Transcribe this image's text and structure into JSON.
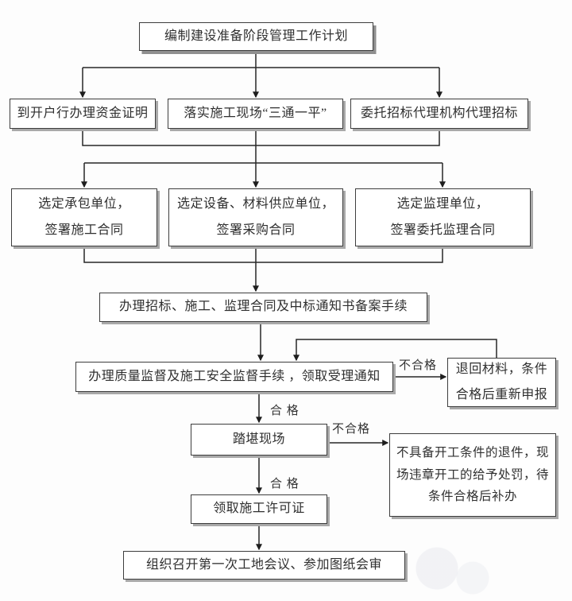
{
  "palette": {
    "box_border": "#3d3d3d",
    "box_shadow": "#a9a9a9",
    "connector_line": "#262626",
    "text": "#2f2f2f",
    "background": "#ffffff"
  },
  "nodes": {
    "plan": {
      "text": "编制建设准备阶段管理工作计划"
    },
    "fund": {
      "text": "到开户行办理资金证明"
    },
    "site3": {
      "text": "落实施工现场“三通一平”"
    },
    "agency": {
      "text": "委托招标代理机构代理招标"
    },
    "contractor": {
      "lines": [
        "选定承包单位，",
        "签署施工合同"
      ]
    },
    "supplier": {
      "lines": [
        "选定设备、材料供应单位，",
        "签署采购合同"
      ]
    },
    "supervisor": {
      "lines": [
        "选定监理单位，",
        "签署委托监理合同"
      ]
    },
    "filing": {
      "text": "办理招标、施工、监理合同及中标通知书备案手续"
    },
    "quality": {
      "text": "办理质量监督及施工安全监督手续 ，领取受理通知"
    },
    "return_materials": {
      "lines": [
        "退回材料，条件",
        "合格后重新申报"
      ]
    },
    "site_visit": {
      "text": "踏堪现场"
    },
    "reject": {
      "lines": [
        "不具备开工条件的退件，现",
        "场违章开工的给予处罚，待",
        "条件合格后补办"
      ]
    },
    "permit": {
      "text": "领取施工许可证"
    },
    "meeting": {
      "text": "组织召开第一次工地会议、参加图纸会审"
    }
  },
  "edge_labels": {
    "qualified": "合 格",
    "unqualified": "不合格"
  }
}
